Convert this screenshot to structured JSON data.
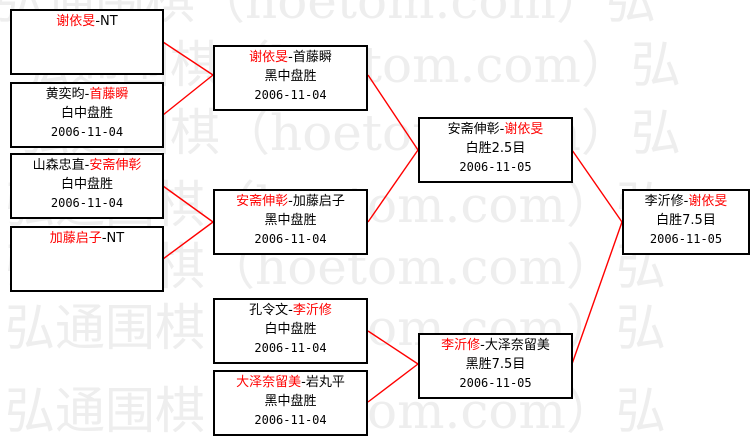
{
  "watermark": {
    "rows": [
      "弘通围棋（hoetom.com）弘",
      "弘通围棋（hoetom.com）弘",
      "弘通围棋（hoetom.com）弘",
      "弘通围棋（hoetom.com）弘",
      "弘通围棋（hoetom.com）弘",
      "弘通围棋（hoetom.com）弘",
      "弘通围棋（hoetom.com）弘"
    ]
  },
  "round1": [
    {
      "p1": "谢依旻",
      "sep": "-",
      "p2": "NT",
      "winner": 1,
      "result": "",
      "date": ""
    },
    {
      "p1": "黄奕昀",
      "sep": "-",
      "p2": "首藤瞬",
      "winner": 2,
      "result": "白中盘胜",
      "date": "2006-11-04"
    },
    {
      "p1": "山森忠直",
      "sep": "-",
      "p2": "安斋伸彰",
      "winner": 2,
      "result": "白中盘胜",
      "date": "2006-11-04"
    },
    {
      "p1": "加藤启子",
      "sep": "-",
      "p2": "NT",
      "winner": 1,
      "result": "",
      "date": ""
    }
  ],
  "round2": [
    {
      "p1": "谢依旻",
      "sep": "-",
      "p2": "首藤瞬",
      "winner": 1,
      "result": "黑中盘胜",
      "date": "2006-11-04"
    },
    {
      "p1": "安斋伸彰",
      "sep": "-",
      "p2": "加藤启子",
      "winner": 1,
      "result": "黑中盘胜",
      "date": "2006-11-04"
    },
    {
      "p1": "孔令文",
      "sep": "-",
      "p2": "李沂修",
      "winner": 2,
      "result": "白中盘胜",
      "date": "2006-11-04"
    },
    {
      "p1": "大泽奈留美",
      "sep": "-",
      "p2": "岩丸平",
      "winner": 1,
      "result": "黑中盘胜",
      "date": "2006-11-04"
    }
  ],
  "round3": [
    {
      "p1": "安斋伸彰",
      "sep": "-",
      "p2": "谢依旻",
      "winner": 2,
      "result": "白胜2.5目",
      "date": "2006-11-05"
    },
    {
      "p1": "李沂修",
      "sep": "-",
      "p2": "大泽奈留美",
      "winner": 1,
      "result": "黑胜7.5目",
      "date": "2006-11-05"
    }
  ],
  "final": [
    {
      "p1": "李沂修",
      "sep": "-",
      "p2": "谢依旻",
      "winner": 2,
      "result": "白胜7.5目",
      "date": "2006-11-05"
    }
  ],
  "colors": {
    "winner": "#ff0000",
    "connector": "#ff0000",
    "border": "#000000"
  }
}
